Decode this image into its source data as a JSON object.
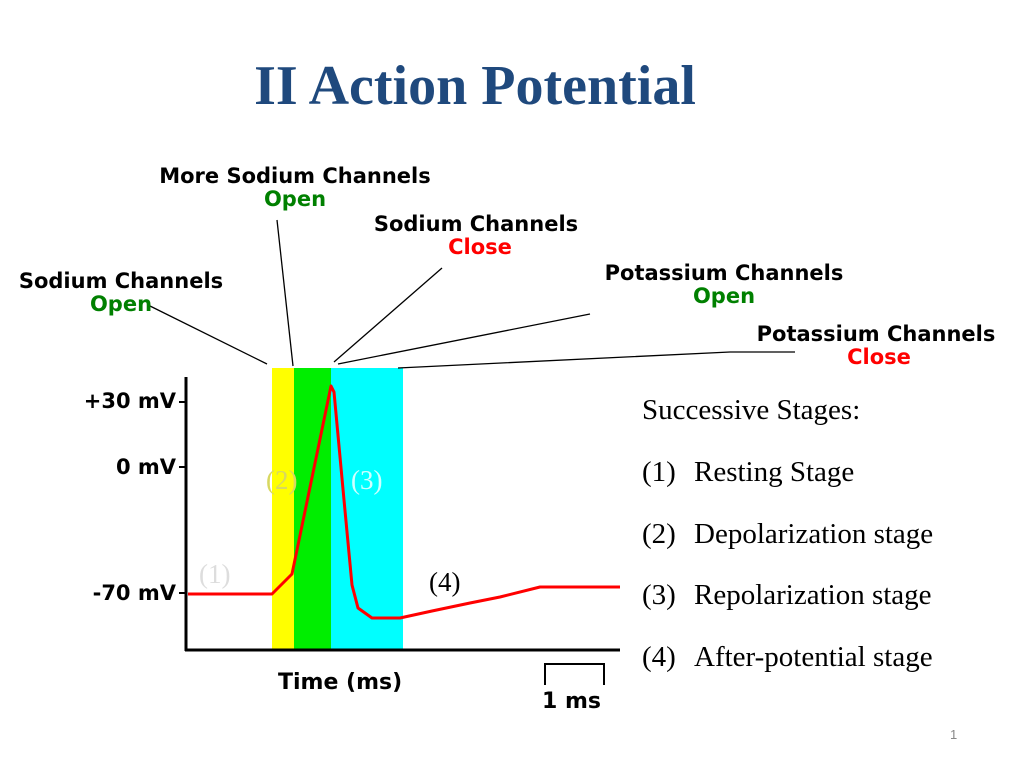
{
  "title": "II Action Potential",
  "callouts": [
    {
      "line1": "Sodium Channels",
      "line2": "Open",
      "line2_color": "#008000"
    },
    {
      "line1": "More Sodium Channels",
      "line2": "Open",
      "line2_color": "#008000"
    },
    {
      "line1": "Sodium Channels",
      "line2": "Close",
      "line2_color": "#ff0000"
    },
    {
      "line1": "Potassium Channels",
      "line2": "Open",
      "line2_color": "#008000"
    },
    {
      "line1": "Potassium Channels",
      "line2": "Close",
      "line2_color": "#ff0000"
    }
  ],
  "axis": {
    "y_ticks": [
      "+30 mV",
      "0 mV",
      "-70 mV"
    ],
    "x_label": "Time (ms)",
    "scale_bar": "1 ms"
  },
  "stage_markers": [
    "(1)",
    "(2)",
    "(3)",
    "(4)"
  ],
  "stages_heading": "Successive Stages:",
  "stages": [
    {
      "num": "(1)",
      "label": "Resting Stage"
    },
    {
      "num": "(2)",
      "label": "Depolarization stage"
    },
    {
      "num": "(3)",
      "label": "Repolarization stage"
    },
    {
      "num": "(4)",
      "label": "After-potential stage"
    }
  ],
  "colors": {
    "title": "#1f497d",
    "band_sodium_open": "#ffff00",
    "band_more_sodium_open": "#00ee00",
    "band_potassium_open": "#00ffff",
    "trace": "#ff0000"
  },
  "slide_number": "1"
}
